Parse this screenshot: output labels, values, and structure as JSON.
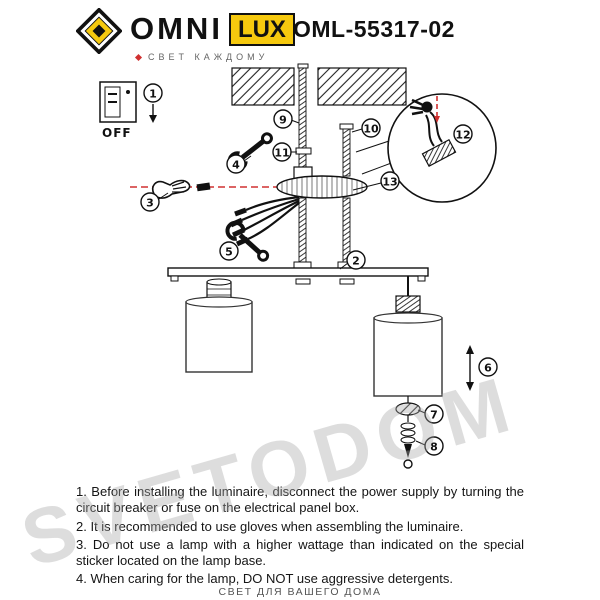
{
  "header": {
    "brand_primary": "OMNI",
    "brand_secondary": "LUX",
    "tagline": "СВЕТ КАЖДОМУ",
    "model": "OML-55317-02"
  },
  "diagram": {
    "off_label": "OFF",
    "callouts": [
      "1",
      "2",
      "3",
      "4",
      "5",
      "6",
      "7",
      "8",
      "9",
      "10",
      "11",
      "12",
      "13"
    ]
  },
  "instructions": [
    "1. Before installing the luminaire, disconnect the power supply by turning the circuit breaker or fuse on the electrical panel box.",
    "2. It is recommended to use gloves when assembling the luminaire.",
    "3. Do not use a lamp with a higher wattage than indicated on the special sticker located on the lamp base.",
    "4. When caring for the lamp, DO NOT use aggressive detergents.",
    ""
  ],
  "footer": {
    "slogan": "СВЕТ ДЛЯ ВАШЕГО ДОМА"
  },
  "watermark": "SVETODOM",
  "colors": {
    "brand_yellow": "#F6C90E",
    "wire_red": "#D03030",
    "ink": "#111111"
  }
}
